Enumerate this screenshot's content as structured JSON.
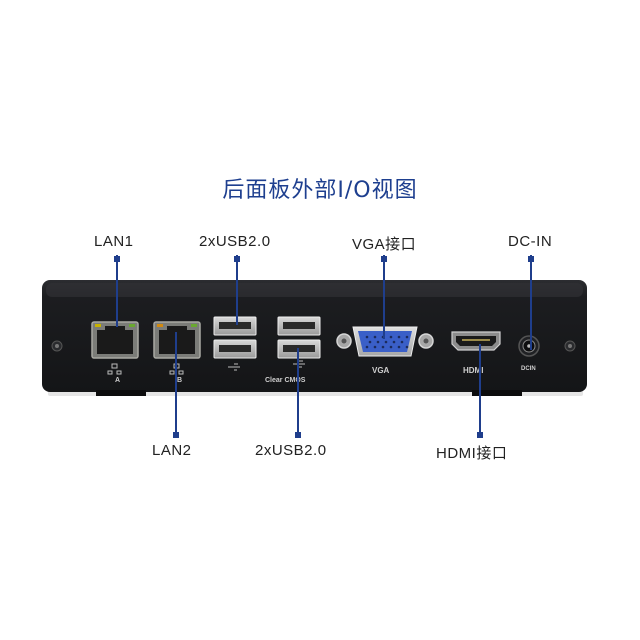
{
  "title": "后面板外部I/O视图",
  "callouts": {
    "lan1": "LAN1",
    "lan2": "LAN2",
    "usb_top": "2xUSB2.0",
    "usb_bottom": "2xUSB2.0",
    "vga": "VGA接口",
    "hdmi": "HDMI接口",
    "dcin": "DC-IN"
  },
  "panel_labels": {
    "lan_a": "A",
    "lan_b": "B",
    "clear_cmos": "Clear CMOS",
    "vga": "VGA",
    "hdmi": "HDMI",
    "dc": "DCIN"
  },
  "colors": {
    "accent": "#1f3e8c",
    "chassis": "#1b1c1f",
    "vga_port": "#3a5fc8"
  }
}
